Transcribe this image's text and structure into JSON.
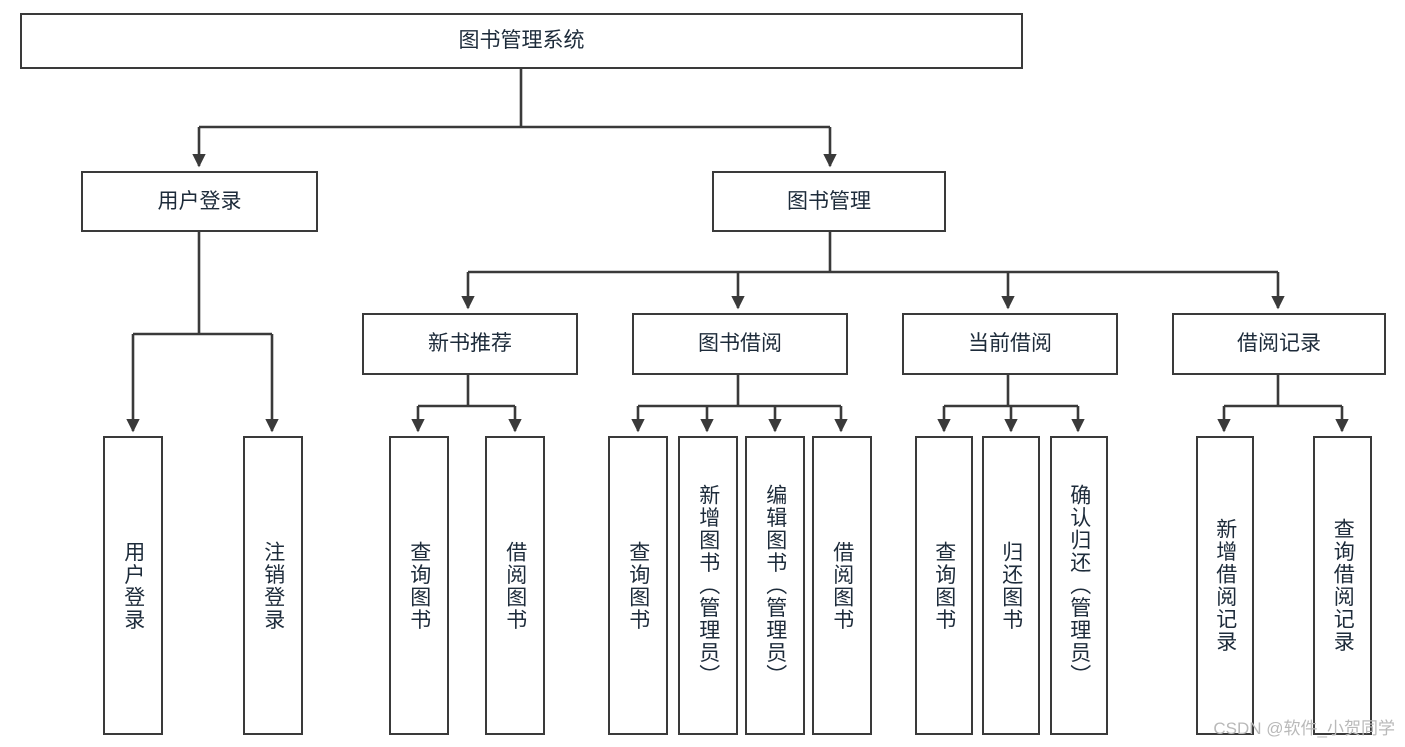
{
  "diagram": {
    "type": "tree-hierarchy",
    "title": "图书管理系统",
    "watermark": "CSDN @软件_小贺同学",
    "colors": {
      "box_stroke": "#3a3a3a",
      "box_fill": "#ffffff",
      "connector": "#3a3a3a",
      "text": "#1d2b3a",
      "watermark": "#b9b9b9",
      "background": "#ffffff"
    },
    "nodes": {
      "root": {
        "label": "图书管理系统",
        "level": 0,
        "orientation": "horizontal"
      },
      "l1": [
        {
          "id": "user-login",
          "label": "用户登录",
          "orientation": "horizontal"
        },
        {
          "id": "book-manage",
          "label": "图书管理",
          "orientation": "horizontal"
        }
      ],
      "l2": [
        {
          "id": "new-book-rec",
          "label": "新书推荐",
          "parent": "book-manage",
          "orientation": "horizontal"
        },
        {
          "id": "book-borrow",
          "label": "图书借阅",
          "parent": "book-manage",
          "orientation": "horizontal"
        },
        {
          "id": "current-borrow",
          "label": "当前借阅",
          "parent": "book-manage",
          "orientation": "horizontal"
        },
        {
          "id": "borrow-record",
          "label": "借阅记录",
          "parent": "book-manage",
          "orientation": "horizontal"
        }
      ],
      "leaves": [
        {
          "id": "leaf-user-login",
          "label": "用户登录",
          "parent": "user-login",
          "orientation": "vertical"
        },
        {
          "id": "leaf-user-logout",
          "label": "注销登录",
          "parent": "user-login",
          "orientation": "vertical"
        },
        {
          "id": "leaf-query-book-1",
          "label": "查询图书",
          "parent": "new-book-rec",
          "orientation": "vertical"
        },
        {
          "id": "leaf-borrow-book-1",
          "label": "借阅图书",
          "parent": "new-book-rec",
          "orientation": "vertical"
        },
        {
          "id": "leaf-query-book-2",
          "label": "查询图书",
          "parent": "book-borrow",
          "orientation": "vertical"
        },
        {
          "id": "leaf-add-book",
          "label": "新增图书（管理员）",
          "parent": "book-borrow",
          "orientation": "vertical"
        },
        {
          "id": "leaf-edit-book",
          "label": "编辑图书（管理员）",
          "parent": "book-borrow",
          "orientation": "vertical"
        },
        {
          "id": "leaf-borrow-book-2",
          "label": "借阅图书",
          "parent": "book-borrow",
          "orientation": "vertical"
        },
        {
          "id": "leaf-query-book-3",
          "label": "查询图书",
          "parent": "current-borrow",
          "orientation": "vertical"
        },
        {
          "id": "leaf-return-book",
          "label": "归还图书",
          "parent": "current-borrow",
          "orientation": "vertical"
        },
        {
          "id": "leaf-confirm-return",
          "label": "确认归还（管理员）",
          "parent": "current-borrow",
          "orientation": "vertical"
        },
        {
          "id": "leaf-add-record",
          "label": "新增借阅记录",
          "parent": "borrow-record",
          "orientation": "vertical"
        },
        {
          "id": "leaf-query-record",
          "label": "查询借阅记录",
          "parent": "borrow-record",
          "orientation": "vertical"
        }
      ]
    }
  }
}
